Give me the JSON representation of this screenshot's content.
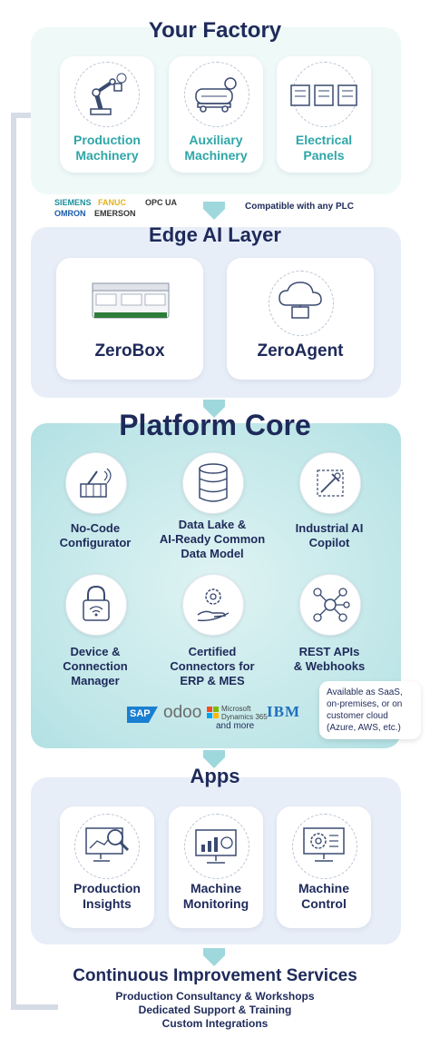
{
  "factory": {
    "title": "Your Factory",
    "cards": [
      {
        "label_line1": "Production",
        "label_line2": "Machinery",
        "icon": "robot-arm-icon"
      },
      {
        "label_line1": "Auxiliary",
        "label_line2": "Machinery",
        "icon": "compressor-icon"
      },
      {
        "label_line1": "Electrical",
        "label_line2": "Panels",
        "icon": "electrical-panel-icon"
      }
    ],
    "logos": [
      "SIEMENS",
      "FANUC",
      "OPC UA",
      "OMRON",
      "EMERSON"
    ],
    "connect_note": "Compatible with any PLC"
  },
  "edge": {
    "title": "Edge AI Layer",
    "cards": [
      {
        "label": "ZeroBox",
        "icon": "zerobox-device-icon"
      },
      {
        "label": "ZeroAgent",
        "icon": "cloud-agent-icon"
      }
    ]
  },
  "core": {
    "title": "Platform Core",
    "features": [
      {
        "lines": [
          "No-Code",
          "Configurator",
          ""
        ],
        "icon": "configurator-icon"
      },
      {
        "lines": [
          "Data Lake &",
          "AI-Ready Common",
          "Data Model"
        ],
        "icon": "database-icon"
      },
      {
        "lines": [
          "Industrial AI",
          "Copilot",
          ""
        ],
        "icon": "ai-copilot-icon"
      },
      {
        "lines": [
          "Device &",
          "Connection",
          "Manager"
        ],
        "icon": "lock-wifi-icon"
      },
      {
        "lines": [
          "Certified",
          "Connectors for",
          "ERP & MES"
        ],
        "icon": "gear-hand-icon"
      },
      {
        "lines": [
          "REST APIs",
          "& Webhooks",
          ""
        ],
        "icon": "network-nodes-icon"
      }
    ],
    "partner_logos": {
      "sap": "SAP",
      "odoo": "odoo",
      "ms1": "Microsoft",
      "ms2": "Dynamics 365",
      "ibm": "IBM"
    },
    "and_more": "and more",
    "availability": [
      "Available as SaaS,",
      "on-premises, or on",
      "customer cloud",
      "(Azure, AWS, etc.)"
    ],
    "colors": {
      "teal": "#bfe6e8",
      "navy": "#1e2a5a"
    }
  },
  "apps": {
    "title": "Apps",
    "cards": [
      {
        "label_line1": "Production",
        "label_line2": "Insights",
        "icon": "chart-magnifier-icon"
      },
      {
        "label_line1": "Machine",
        "label_line2": "Monitoring",
        "icon": "monitoring-screen-icon"
      },
      {
        "label_line1": "Machine",
        "label_line2": "Control",
        "icon": "gear-screen-icon"
      }
    ]
  },
  "footer": {
    "title": "Continuous Improvement Services",
    "lines": [
      "Production Consultancy & Workshops",
      "Dedicated Support & Training",
      "Custom Integrations"
    ]
  }
}
